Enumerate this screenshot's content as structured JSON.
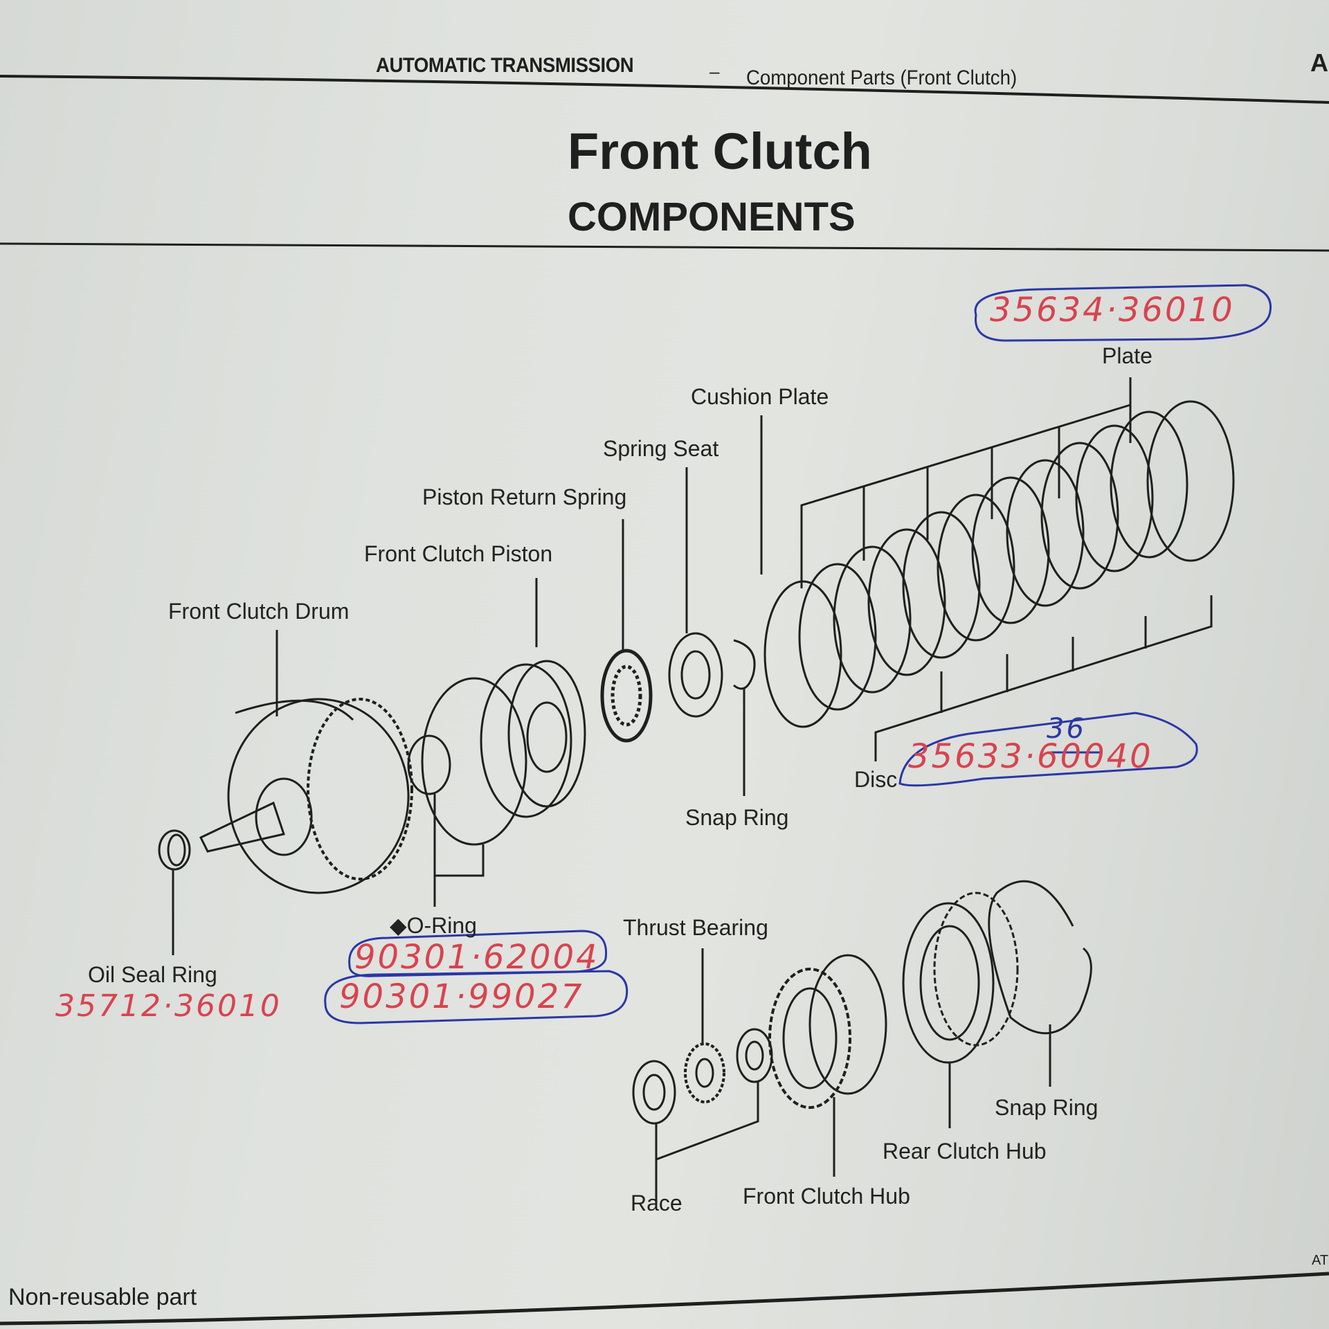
{
  "header": {
    "section": "AUTOMATIC TRANSMISSION",
    "separator": "–",
    "subsection": "Component Parts (Front Clutch)",
    "corner_letter": "A"
  },
  "title": "Front Clutch",
  "subtitle": "COMPONENTS",
  "parts": [
    {
      "id": "plate",
      "label": "Plate",
      "part_number": "35634-36010",
      "annotation_text": "35634·36010"
    },
    {
      "id": "cushion-plate",
      "label": "Cushion Plate"
    },
    {
      "id": "spring-seat",
      "label": "Spring Seat"
    },
    {
      "id": "piston-return-spring",
      "label": "Piston Return Spring"
    },
    {
      "id": "front-clutch-piston",
      "label": "Front Clutch Piston"
    },
    {
      "id": "front-clutch-drum",
      "label": "Front Clutch Drum"
    },
    {
      "id": "disc",
      "label": "Disc",
      "annotation_text": "35633·60040",
      "correction_text": "36",
      "corrected_part_number": "35633-36040"
    },
    {
      "id": "snap-ring-upper",
      "label": "Snap Ring"
    },
    {
      "id": "o-ring",
      "label": "◆O-Ring",
      "annotation_text_1": "90301·62004",
      "annotation_text_2": "90301·99027"
    },
    {
      "id": "oil-seal-ring",
      "label": "Oil Seal Ring",
      "annotation_text": "35712·36010"
    },
    {
      "id": "thrust-bearing",
      "label": "Thrust Bearing"
    },
    {
      "id": "race",
      "label": "Race"
    },
    {
      "id": "front-clutch-hub",
      "label": "Front Clutch Hub"
    },
    {
      "id": "rear-clutch-hub",
      "label": "Rear Clutch Hub"
    },
    {
      "id": "snap-ring-lower",
      "label": "Snap Ring"
    }
  ],
  "footer": {
    "legend": "Non-reusable part",
    "corner_code": "AT"
  },
  "colors": {
    "paper": "#dfe2de",
    "ink": "#1f1f1f",
    "handwriting_red": "#d8434f",
    "handwriting_blue": "#2a37a6"
  }
}
